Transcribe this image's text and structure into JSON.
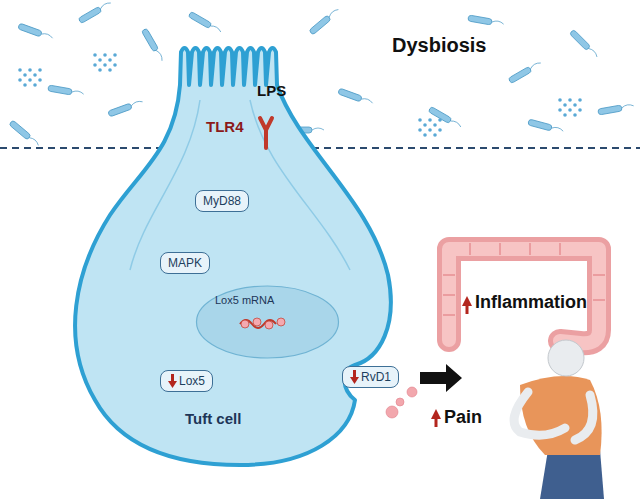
{
  "diagram": {
    "nodes": [
      {
        "text": [
          "Tuft cell"
        ]
      },
      {
        "text": [
          "MyD88"
        ],
        "in": 0
      },
      {
        "text": [
          "MAPK"
        ],
        "in": 0
      },
      {
        "text": [
          "Lox5 mRNA"
        ],
        "in": 0
      },
      {
        "text": [
          "Lox5"
        ],
        "in": 0
      },
      {
        "text": [
          "RvD1"
        ],
        "in": 0
      }
    ],
    "edges": [
      {
        "from": 1,
        "to": 2,
        "arrow": "to"
      },
      {
        "from": 2,
        "to": 3,
        "arrow": "to"
      },
      {
        "from": 3,
        "to": 4,
        "arrow": "to"
      },
      {
        "from": 4,
        "to": 5,
        "arrow": "to"
      }
    ],
    "labels": [
      "Dysbiosis",
      "LPS",
      "TLR4",
      "Inflammation",
      "Pain"
    ]
  }
}
